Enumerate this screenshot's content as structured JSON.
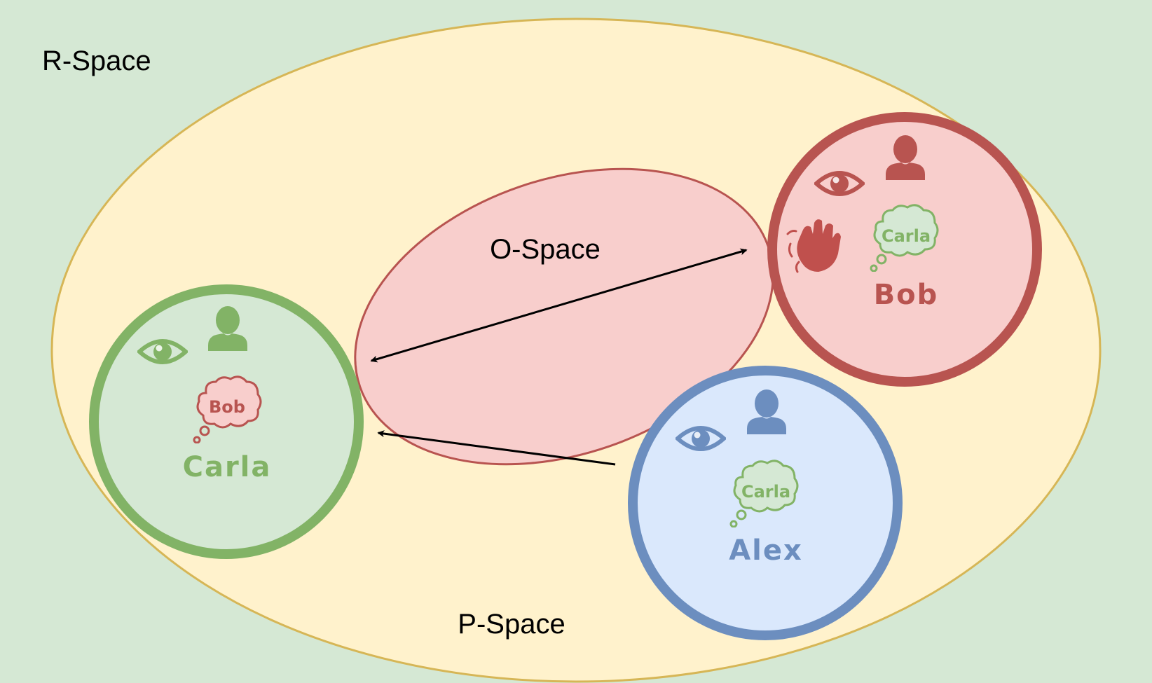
{
  "labels": {
    "r_space": "R-Space",
    "p_space": "P-Space",
    "o_space": "O-Space"
  },
  "people": {
    "carla": {
      "name": "Carla",
      "thought": "Bob"
    },
    "bob": {
      "name": "Bob",
      "thought": "Carla"
    },
    "alex": {
      "name": "Alex",
      "thought": "Carla"
    }
  },
  "colors": {
    "r_space_fill": "#d5e8d4",
    "p_space_fill": "#fff2cc",
    "p_space_stroke": "#d6b656",
    "o_space_fill": "#f8cecc",
    "o_space_stroke": "#b85450",
    "green": "#82b366",
    "green_fill": "#d5e8d4",
    "red": "#b85450",
    "red_fill": "#f8cecc",
    "blue": "#6c8ebf",
    "blue_fill": "#dae8fc"
  },
  "icons": {
    "carla": [
      "eye-icon",
      "person-icon",
      "thought-bubble-icon"
    ],
    "bob": [
      "eye-icon",
      "person-icon",
      "waving-hand-icon",
      "thought-bubble-icon"
    ],
    "alex": [
      "eye-icon",
      "person-icon",
      "thought-bubble-icon"
    ]
  }
}
